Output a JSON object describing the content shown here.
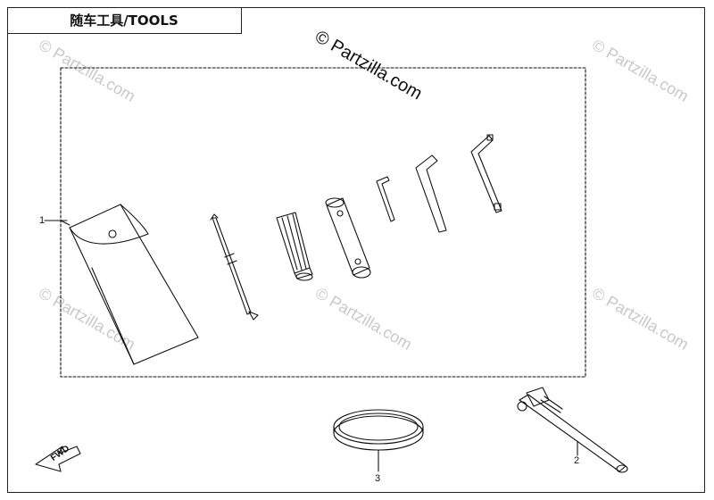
{
  "title": "随车工具/TOOLS",
  "watermark": {
    "main": "© Partzilla.com",
    "faint": "© Partzilla.com"
  },
  "callouts": {
    "item_1": "1",
    "item_2": "2",
    "item_3": "3"
  },
  "fwd_indicator": "FWD",
  "colors": {
    "line": "#111111",
    "watermark": "#c8c8c8"
  }
}
